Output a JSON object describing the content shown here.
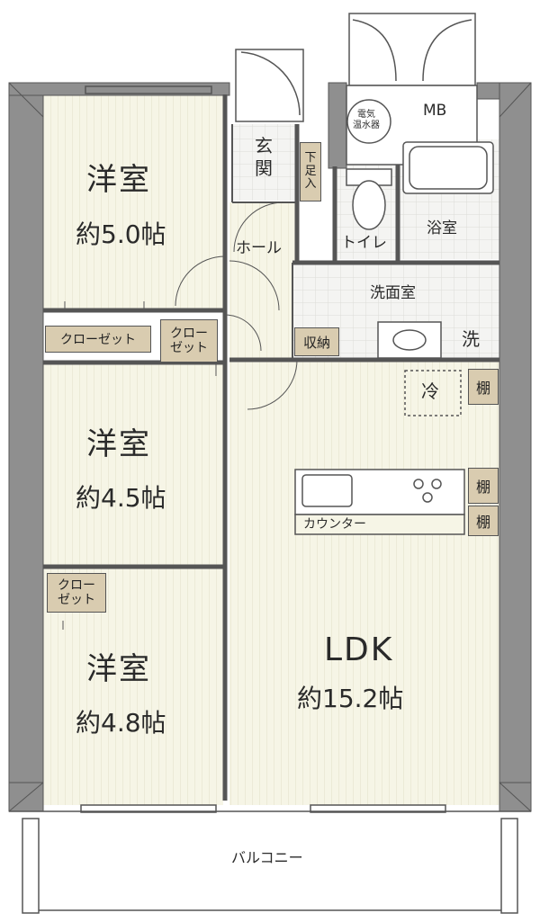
{
  "rooms": {
    "room1": {
      "name": "洋室",
      "size": "約5.0帖"
    },
    "room2": {
      "name": "洋室",
      "size": "約4.5帖"
    },
    "room3": {
      "name": "洋室",
      "size": "約4.8帖"
    },
    "ldk": {
      "name": "LDK",
      "size": "約15.2帖"
    }
  },
  "labels": {
    "closet_a": "クローゼット",
    "closet_b": "クロー\nゼット",
    "closet_c": "クロー\nゼット",
    "genkan": "玄\n関",
    "shoe": "下\n足\n入",
    "hall": "ホール",
    "toilet": "トイレ",
    "bath": "浴室",
    "washroom": "洗面室",
    "storage": "収納",
    "washer": "洗",
    "fridge": "冷",
    "shelf1": "棚",
    "shelf2": "棚",
    "shelf3": "棚",
    "counter": "カウンター",
    "mb": "MB",
    "heater": "電気\n温水器",
    "balcony": "バルコニー"
  },
  "colors": {
    "wall": "#8f8f8f",
    "room_fill": "#f6f5e6",
    "wet_fill": "#f4f4f2",
    "tag_fill": "#d9ccb0",
    "line": "#555555"
  }
}
